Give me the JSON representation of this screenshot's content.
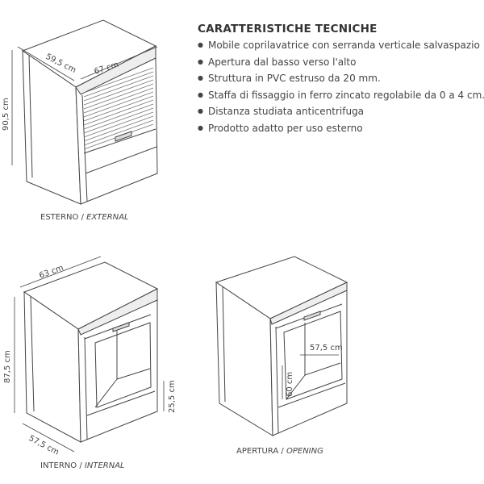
{
  "specs": {
    "title": "CARATTERISTICHE TECNICHE",
    "items": [
      "Mobile coprilavatrice con serranda verticale salvaspazio",
      "Apertura dal basso verso l'alto",
      "Struttura in PVC estruso da 20 mm.",
      "Staffa di fissaggio in ferro zincato regolabile da 0 a 4 cm.",
      "Distanza studiata anticentrifuga",
      "Prodotto adatto per uso esterno"
    ]
  },
  "external": {
    "caption": "ESTERNO /",
    "caption_en": "EXTERNAL",
    "depth": "59,5 cm",
    "width": "67 cm",
    "height": "90,5 cm"
  },
  "internal": {
    "caption": "INTERNO /",
    "caption_en": "INTERNAL",
    "width": "63 cm",
    "height": "87,5 cm",
    "depth": "57,5 cm",
    "base": "25,5 cm"
  },
  "opening": {
    "caption": "APERTURA /",
    "caption_en": "OPENING",
    "width": "57,5 cm",
    "height": "60 cm"
  }
}
